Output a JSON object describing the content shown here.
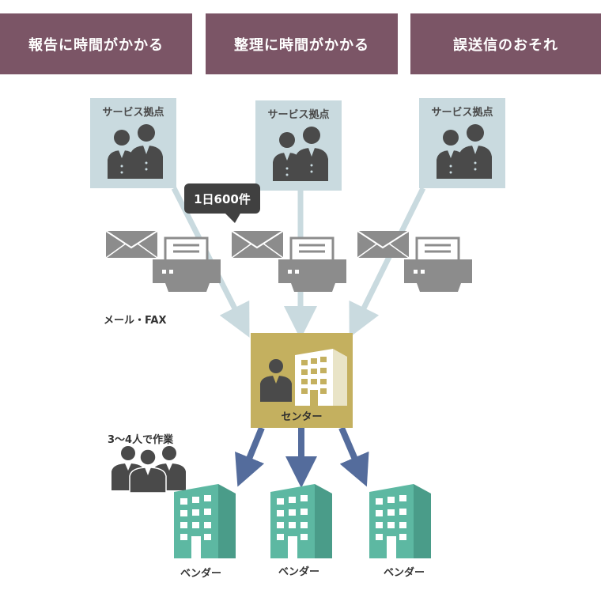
{
  "problems": [
    {
      "label": "報告に時間がかかる"
    },
    {
      "label": "整理に時間がかかる"
    },
    {
      "label": "誤送信のおそれ"
    }
  ],
  "sites": [
    {
      "label": "サービス拠点"
    },
    {
      "label": "サービス拠点"
    },
    {
      "label": "サービス拠点"
    }
  ],
  "speech_bubble": "1日600件",
  "channel_label": "メール・FAX",
  "center": {
    "label": "センター"
  },
  "staff_label": "3〜4人で作業",
  "vendors": [
    {
      "label": "ベンダー"
    },
    {
      "label": "ベンダー"
    },
    {
      "label": "ベンダー"
    }
  ],
  "colors": {
    "problem_bg": "#7b5566",
    "site_bg": "#c9dadf",
    "person": "#4a4a4a",
    "device": "#8c8c8c",
    "flow_arrow": "#c9dadf",
    "center_bg": "#c4b05f",
    "dispatch_arrow": "#546c9c",
    "vendor_building": "#5db8a2",
    "speech_bg": "#404040"
  }
}
